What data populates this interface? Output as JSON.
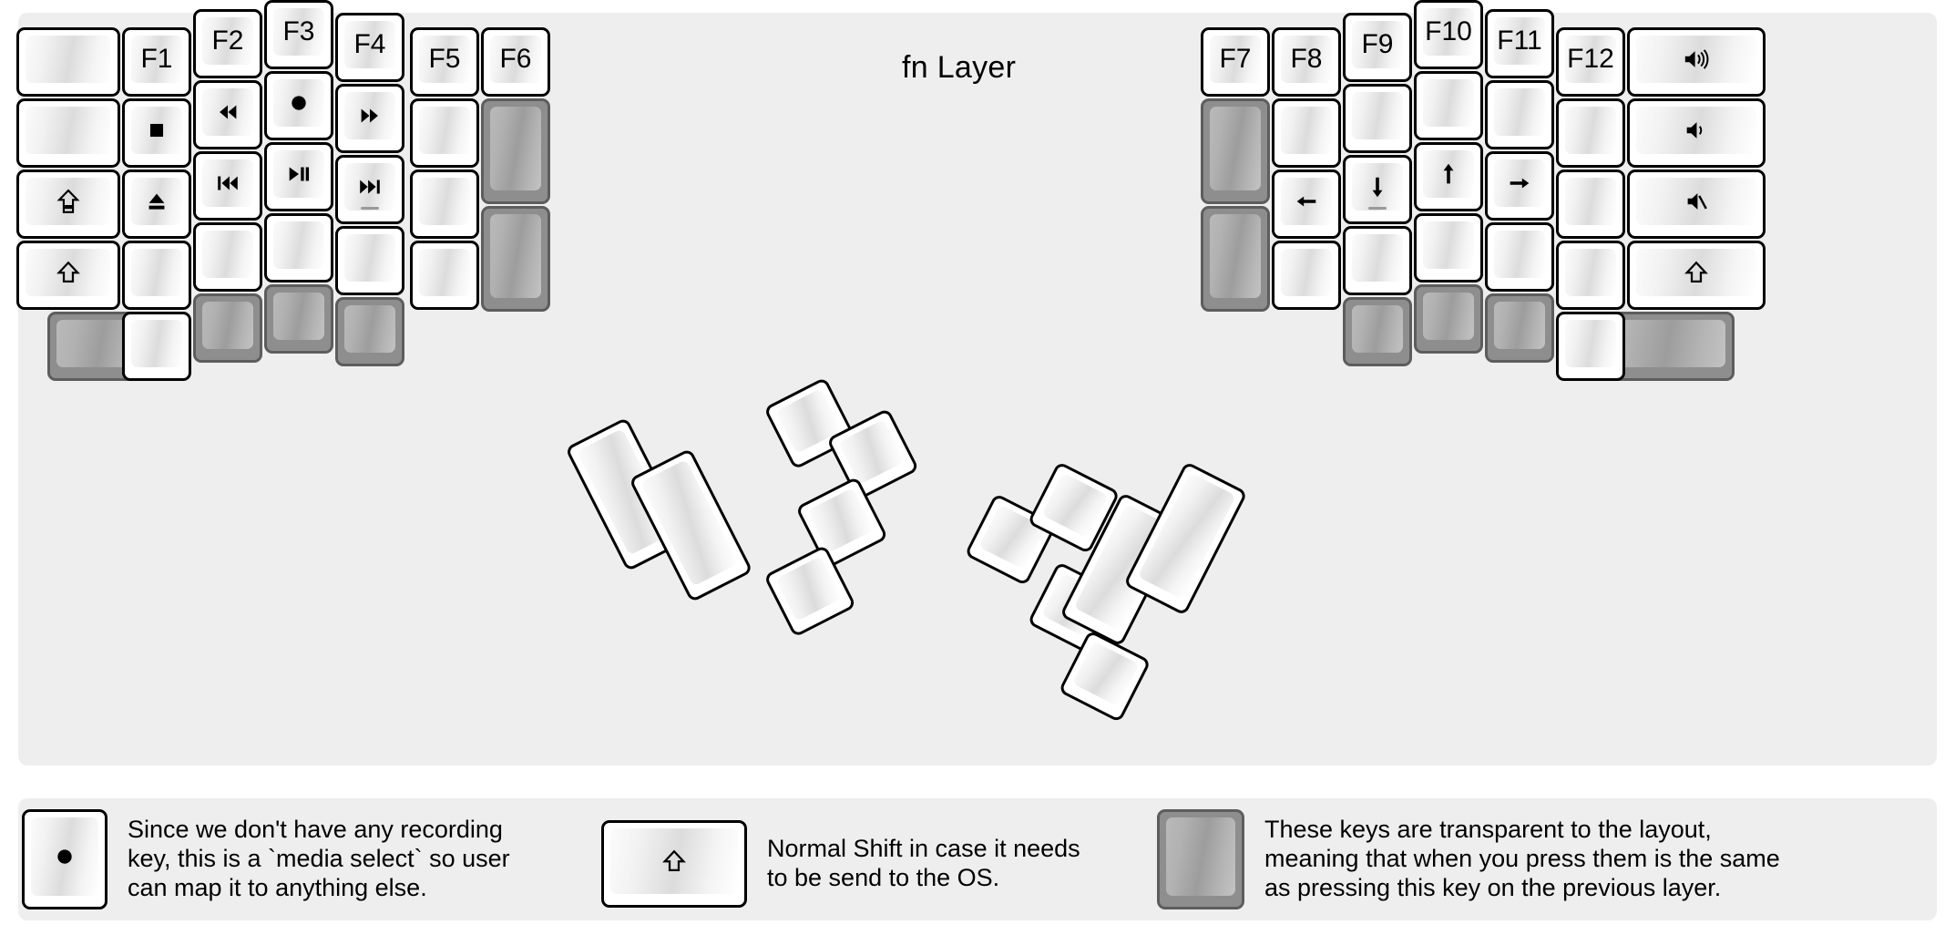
{
  "title": "fn Layer",
  "colors": {
    "background": "#ffffff",
    "panel": "#eeeeee",
    "key_border": "#000000",
    "key_face_light": "#ffffff",
    "transparent_key_fill": "#8e8e8e",
    "transparent_key_border": "#5d5d5d",
    "text": "#000000"
  },
  "left_half": {
    "columns": [
      {
        "name": "col-outer",
        "keys": [
          {
            "label": "",
            "icon": "",
            "type": "normal"
          },
          {
            "label": "",
            "icon": "",
            "type": "normal"
          },
          {
            "label": "",
            "icon": "caps-lock-icon",
            "type": "normal"
          },
          {
            "label": "",
            "icon": "shift-icon",
            "type": "normal"
          },
          {
            "label": "",
            "icon": "",
            "type": "transparent"
          }
        ]
      },
      {
        "name": "col-pinky",
        "keys": [
          {
            "label": "F1",
            "icon": "",
            "type": "normal"
          },
          {
            "label": "",
            "icon": "media-stop-icon",
            "type": "normal"
          },
          {
            "label": "",
            "icon": "media-eject-icon",
            "type": "normal"
          },
          {
            "label": "",
            "icon": "",
            "type": "normal"
          },
          {
            "label": "",
            "icon": "",
            "type": "normal"
          }
        ]
      },
      {
        "name": "col-ring",
        "keys": [
          {
            "label": "F2",
            "icon": "",
            "type": "normal"
          },
          {
            "label": "",
            "icon": "media-rewind-icon",
            "type": "normal"
          },
          {
            "label": "",
            "icon": "media-previous-icon",
            "type": "normal"
          },
          {
            "label": "",
            "icon": "",
            "type": "normal"
          },
          {
            "label": "",
            "icon": "",
            "type": "transparent"
          }
        ]
      },
      {
        "name": "col-middle",
        "keys": [
          {
            "label": "F3",
            "icon": "",
            "type": "normal"
          },
          {
            "label": "",
            "icon": "media-record-icon",
            "type": "normal"
          },
          {
            "label": "",
            "icon": "media-play-pause-icon",
            "type": "normal"
          },
          {
            "label": "",
            "icon": "",
            "type": "normal"
          },
          {
            "label": "",
            "icon": "",
            "type": "transparent"
          }
        ]
      },
      {
        "name": "col-index",
        "keys": [
          {
            "label": "F4",
            "icon": "",
            "type": "normal"
          },
          {
            "label": "",
            "icon": "media-fast-forward-icon",
            "type": "normal"
          },
          {
            "label": "",
            "icon": "media-next-icon",
            "type": "normal",
            "homing": true
          },
          {
            "label": "",
            "icon": "",
            "type": "normal"
          },
          {
            "label": "",
            "icon": "",
            "type": "transparent"
          }
        ]
      },
      {
        "name": "col-inner",
        "keys": [
          {
            "label": "F5",
            "icon": "",
            "type": "normal"
          },
          {
            "label": "",
            "icon": "",
            "type": "normal"
          },
          {
            "label": "",
            "icon": "",
            "type": "normal"
          },
          {
            "label": "",
            "icon": "",
            "type": "normal"
          }
        ]
      },
      {
        "name": "col-innermost",
        "keys": [
          {
            "label": "F6",
            "icon": "",
            "type": "normal"
          },
          {
            "label": "",
            "icon": "",
            "type": "transparent",
            "tall": true
          },
          {
            "label": "",
            "icon": "",
            "type": "transparent",
            "tall": true
          }
        ]
      }
    ],
    "thumb_keys": [
      {
        "name": "thumb-left-1",
        "icon": "",
        "label": "",
        "type": "normal",
        "size": "2u"
      },
      {
        "name": "thumb-left-2",
        "icon": "",
        "label": "",
        "type": "normal",
        "size": "2u"
      },
      {
        "name": "thumb-left-3",
        "icon": "",
        "label": "",
        "type": "normal",
        "size": "1u"
      },
      {
        "name": "thumb-left-4",
        "icon": "",
        "label": "",
        "type": "normal",
        "size": "1u"
      },
      {
        "name": "thumb-left-5",
        "icon": "",
        "label": "",
        "type": "normal",
        "size": "1u"
      },
      {
        "name": "thumb-left-6",
        "icon": "",
        "label": "",
        "type": "normal",
        "size": "1u"
      }
    ]
  },
  "right_half": {
    "columns": [
      {
        "name": "col-innermost",
        "keys": [
          {
            "label": "F7",
            "icon": "",
            "type": "normal"
          },
          {
            "label": "",
            "icon": "",
            "type": "transparent",
            "tall": true
          },
          {
            "label": "",
            "icon": "",
            "type": "transparent",
            "tall": true
          }
        ]
      },
      {
        "name": "col-inner",
        "keys": [
          {
            "label": "F8",
            "icon": "",
            "type": "normal"
          },
          {
            "label": "",
            "icon": "",
            "type": "normal"
          },
          {
            "label": "",
            "icon": "arrow-left-icon",
            "type": "normal"
          },
          {
            "label": "",
            "icon": "",
            "type": "normal"
          }
        ]
      },
      {
        "name": "col-index",
        "keys": [
          {
            "label": "F9",
            "icon": "",
            "type": "normal"
          },
          {
            "label": "",
            "icon": "",
            "type": "normal"
          },
          {
            "label": "",
            "icon": "arrow-down-icon",
            "type": "normal",
            "homing": true
          },
          {
            "label": "",
            "icon": "",
            "type": "normal"
          },
          {
            "label": "",
            "icon": "",
            "type": "transparent"
          }
        ]
      },
      {
        "name": "col-middle",
        "keys": [
          {
            "label": "F10",
            "icon": "",
            "type": "normal"
          },
          {
            "label": "",
            "icon": "",
            "type": "normal"
          },
          {
            "label": "",
            "icon": "arrow-up-icon",
            "type": "normal"
          },
          {
            "label": "",
            "icon": "",
            "type": "normal"
          },
          {
            "label": "",
            "icon": "",
            "type": "transparent"
          }
        ]
      },
      {
        "name": "col-ring",
        "keys": [
          {
            "label": "F11",
            "icon": "",
            "type": "normal"
          },
          {
            "label": "",
            "icon": "",
            "type": "normal"
          },
          {
            "label": "",
            "icon": "arrow-right-icon",
            "type": "normal"
          },
          {
            "label": "",
            "icon": "",
            "type": "normal"
          },
          {
            "label": "",
            "icon": "",
            "type": "transparent"
          }
        ]
      },
      {
        "name": "col-pinky",
        "keys": [
          {
            "label": "F12",
            "icon": "",
            "type": "normal"
          },
          {
            "label": "",
            "icon": "",
            "type": "normal"
          },
          {
            "label": "",
            "icon": "",
            "type": "normal"
          },
          {
            "label": "",
            "icon": "",
            "type": "normal"
          },
          {
            "label": "",
            "icon": "",
            "type": "normal"
          }
        ]
      },
      {
        "name": "col-outer",
        "keys": [
          {
            "label": "",
            "icon": "volume-up-icon",
            "type": "normal"
          },
          {
            "label": "",
            "icon": "volume-down-icon",
            "type": "normal"
          },
          {
            "label": "",
            "icon": "volume-mute-icon",
            "type": "normal"
          },
          {
            "label": "",
            "icon": "shift-icon",
            "type": "normal"
          },
          {
            "label": "",
            "icon": "",
            "type": "transparent"
          }
        ]
      }
    ],
    "thumb_keys": [
      {
        "name": "thumb-right-1",
        "icon": "",
        "label": "",
        "type": "normal",
        "size": "1u"
      },
      {
        "name": "thumb-right-2",
        "icon": "",
        "label": "",
        "type": "normal",
        "size": "1u"
      },
      {
        "name": "thumb-right-3",
        "icon": "",
        "label": "",
        "type": "normal",
        "size": "1u"
      },
      {
        "name": "thumb-right-4",
        "icon": "",
        "label": "",
        "type": "normal",
        "size": "1u"
      },
      {
        "name": "thumb-right-5",
        "icon": "",
        "label": "",
        "type": "normal",
        "size": "2u"
      },
      {
        "name": "thumb-right-6",
        "icon": "",
        "label": "",
        "type": "normal",
        "size": "2u"
      }
    ]
  },
  "legend": [
    {
      "key_icon": "media-record-icon",
      "key_type": "normal",
      "text": "Since we don't have any recording\nkey, this is a `media select` so user\ncan map it to anything else."
    },
    {
      "key_icon": "shift-icon",
      "key_type": "normal",
      "text": "Normal Shift in case it needs\nto be send to the OS."
    },
    {
      "key_icon": "",
      "key_type": "transparent",
      "text": "These keys are transparent to the layout,\nmeaning that when you press them is the same\nas pressing this key on the previous layer."
    }
  ]
}
